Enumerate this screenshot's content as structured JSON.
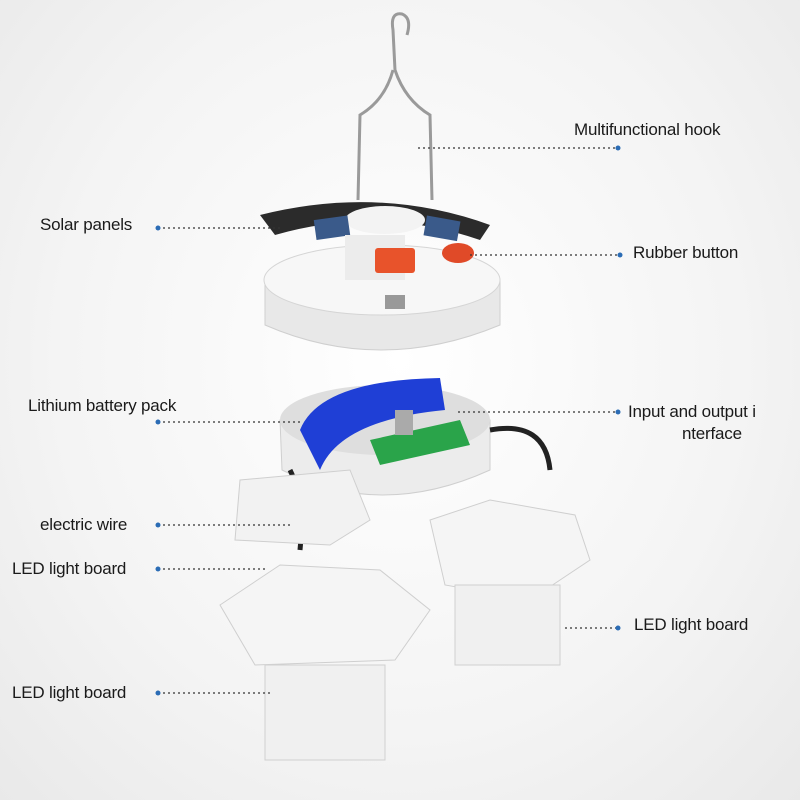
{
  "labels": {
    "hook": "Multifunctional hook",
    "solar": "Solar panels",
    "rubber": "Rubber button",
    "battery": "Lithium battery pack",
    "io_line1": "Input and output i",
    "io_line2": "nterface",
    "wire": "electric wire",
    "led_left_upper": "LED light board",
    "led_right": "LED light board",
    "led_left_lower": "LED light board"
  },
  "colors": {
    "accent_dot": "#2b6cb5",
    "battery": "#1f3fd6",
    "pcb": "#2aa44a",
    "button": "#e8532b"
  }
}
